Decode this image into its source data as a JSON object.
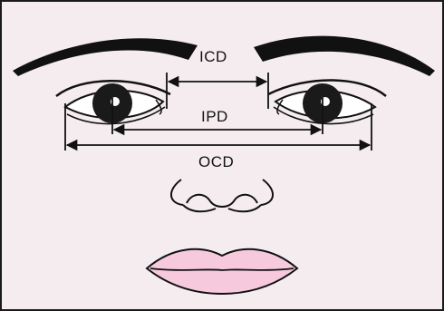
{
  "labels": {
    "icd": "ICD",
    "ipd": "IPD",
    "ocd": "OCD"
  },
  "colors": {
    "background": "#f5ecef",
    "ink": "#111111",
    "lips": "#f6c9dc"
  }
}
